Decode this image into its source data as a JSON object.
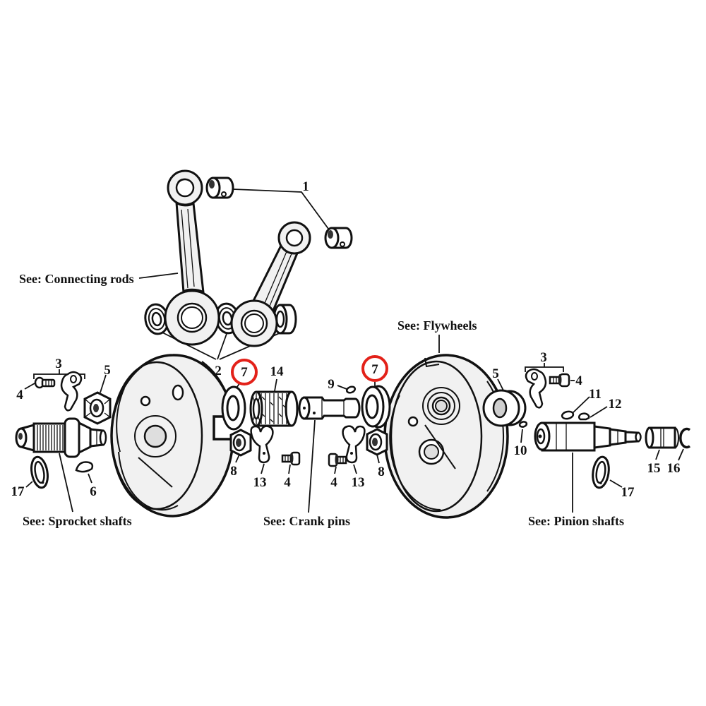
{
  "colors": {
    "line": "#111111",
    "highlight": "#e32119",
    "part_fill": "#f1f1f1",
    "background": "#ffffff"
  },
  "callouts": {
    "1": "1",
    "2": "2",
    "3": "3",
    "4": "4",
    "5": "5",
    "6": "6",
    "7": "7",
    "8": "8",
    "9": "9",
    "10": "10",
    "11": "11",
    "12": "12",
    "13": "13",
    "14": "14",
    "15": "15",
    "16": "16",
    "17": "17"
  },
  "references": {
    "connecting_rods": "See: Connecting rods",
    "flywheels": "See: Flywheels",
    "sprocket_shafts": "See: Sprocket shafts",
    "crank_pins": "See: Crank pins",
    "pinion_shafts": "See: Pinion shafts"
  },
  "highlighted_part_number": "7"
}
